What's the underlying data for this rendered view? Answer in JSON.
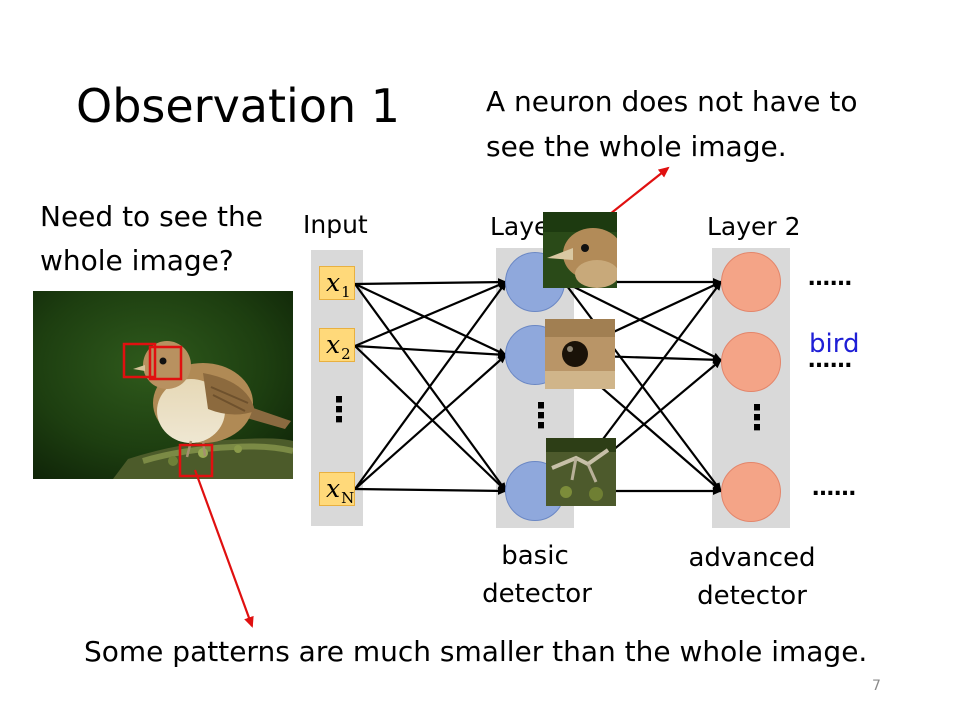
{
  "slide": {
    "title": "Observation 1",
    "note_top": [
      "A neuron does not have to",
      "see the whole image."
    ],
    "question": [
      "Need to see the",
      "whole image?"
    ],
    "bottom_text": "Some patterns are much smaller than the whole image.",
    "page_number": "7"
  },
  "network": {
    "input_label": "Input",
    "layer1_label": "Layer 1",
    "layer2_label": "Layer 2",
    "inputs": [
      {
        "var": "x",
        "sub": "1"
      },
      {
        "var": "x",
        "sub": "2"
      },
      {
        "var": "x",
        "sub": "N"
      }
    ],
    "ellipsis_vertical": "⋮",
    "ellipsis_dots": "……",
    "bird_label": "bird",
    "layer1_caption": [
      "basic",
      "detector"
    ],
    "layer2_caption": [
      "advanced",
      "detector"
    ]
  },
  "colors": {
    "input_fill": "#ffd97a",
    "layer1_node": "#8fa8dc",
    "layer2_node": "#f4a487",
    "column_bg": "#d9d9d9",
    "arrow_red": "#e01010",
    "bird_text": "#1f1fd6"
  }
}
